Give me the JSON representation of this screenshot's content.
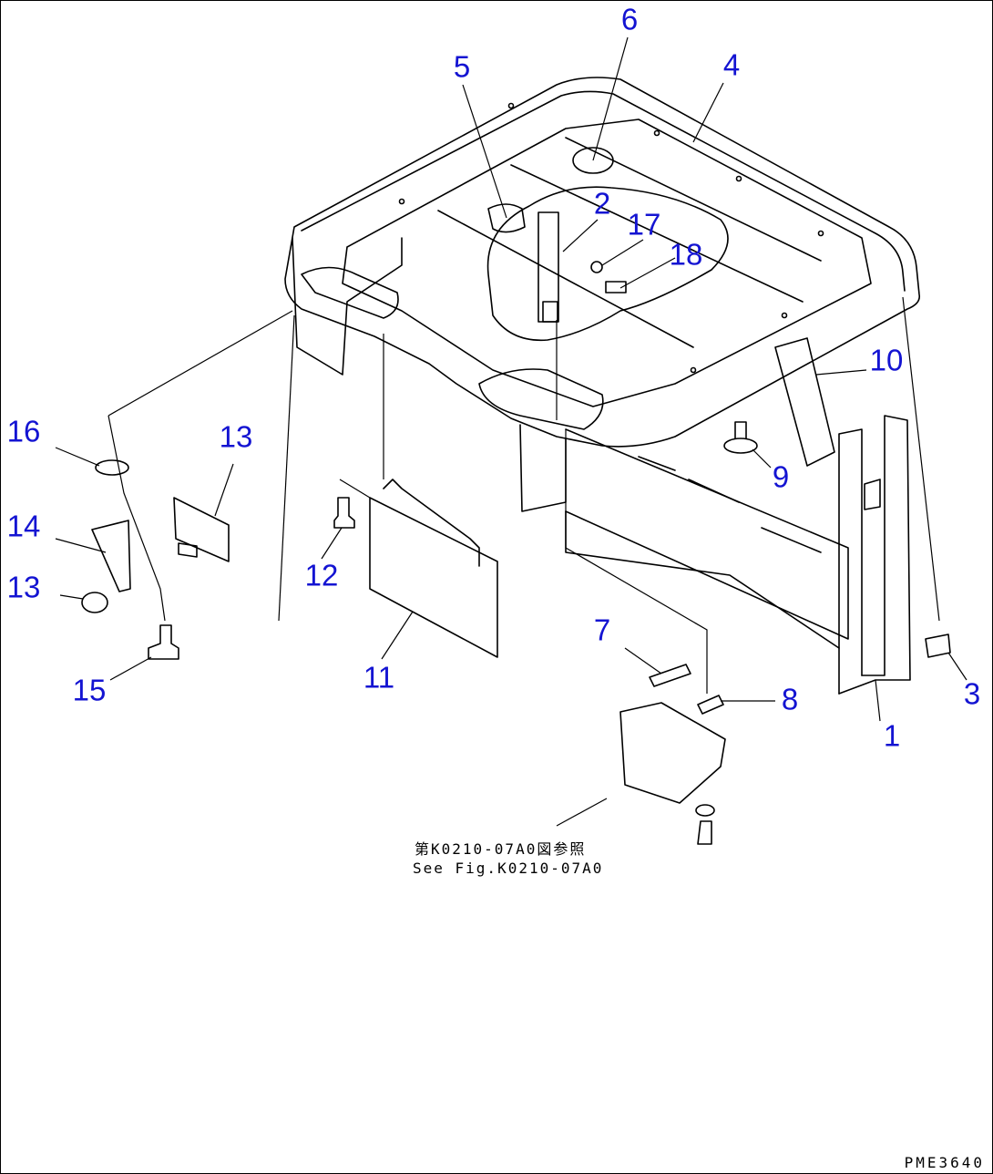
{
  "diagram": {
    "colors": {
      "callout": "#1414d2",
      "line": "#000000",
      "background": "#ffffff"
    },
    "callouts": [
      {
        "id": "c1",
        "label": "1"
      },
      {
        "id": "c2",
        "label": "2"
      },
      {
        "id": "c3",
        "label": "3"
      },
      {
        "id": "c4",
        "label": "4"
      },
      {
        "id": "c5",
        "label": "5"
      },
      {
        "id": "c6",
        "label": "6"
      },
      {
        "id": "c7",
        "label": "7"
      },
      {
        "id": "c8",
        "label": "8"
      },
      {
        "id": "c9",
        "label": "9"
      },
      {
        "id": "c10",
        "label": "10"
      },
      {
        "id": "c11",
        "label": "11"
      },
      {
        "id": "c12",
        "label": "12"
      },
      {
        "id": "c13a",
        "label": "13"
      },
      {
        "id": "c13b",
        "label": "13"
      },
      {
        "id": "c14",
        "label": "14"
      },
      {
        "id": "c15",
        "label": "15"
      },
      {
        "id": "c16",
        "label": "16"
      },
      {
        "id": "c17",
        "label": "17"
      },
      {
        "id": "c18",
        "label": "18"
      }
    ],
    "reference_jp": "第K0210-07A0図参照",
    "reference_en": "See Fig.K0210-07A0",
    "drawing_id": "PME3640"
  }
}
